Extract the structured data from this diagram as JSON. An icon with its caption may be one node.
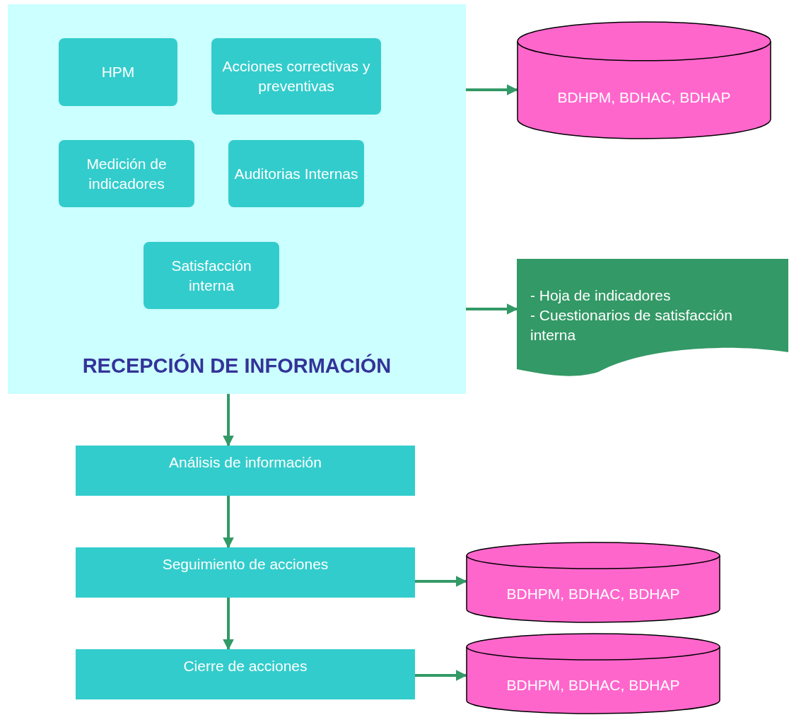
{
  "diagram": {
    "nodes": [
      {
        "text": [
          "RECEPCIÓN DE INFORMACIÓN"
        ]
      },
      {
        "text": [
          "HPM"
        ],
        "in": 0
      },
      {
        "text": [
          "Acciones correctivas y preventivas"
        ],
        "in": 0
      },
      {
        "text": [
          "Medición de indicadores"
        ],
        "in": 0
      },
      {
        "text": [
          "Auditorias Internas"
        ],
        "in": 0
      },
      {
        "text": [
          "Satisfacción interna"
        ],
        "in": 0
      },
      {
        "text": [
          "BDHPM, BDHAC, BDHAP"
        ]
      },
      {
        "text": [
          "- Hoja de indicadores",
          "- Cuestionarios de satisfacción interna"
        ]
      },
      {
        "text": [
          "Análisis de información"
        ]
      },
      {
        "text": [
          "Seguimiento de acciones"
        ]
      },
      {
        "text": [
          "BDHPM, BDHAC, BDHAP"
        ]
      },
      {
        "text": [
          "Cierre de acciones"
        ]
      },
      {
        "text": [
          "BDHPM, BDHAC, BDHAP"
        ]
      }
    ],
    "edges": [
      {
        "from": 0,
        "to": 6,
        "arrow": "to"
      },
      {
        "from": 0,
        "to": 7,
        "arrow": "to"
      },
      {
        "from": 0,
        "to": 8,
        "arrow": "to"
      },
      {
        "from": 8,
        "to": 9,
        "arrow": "to"
      },
      {
        "from": 9,
        "to": 10,
        "arrow": "to"
      },
      {
        "from": 9,
        "to": 11,
        "arrow": "to"
      },
      {
        "from": 11,
        "to": 12,
        "arrow": "to"
      }
    ]
  }
}
